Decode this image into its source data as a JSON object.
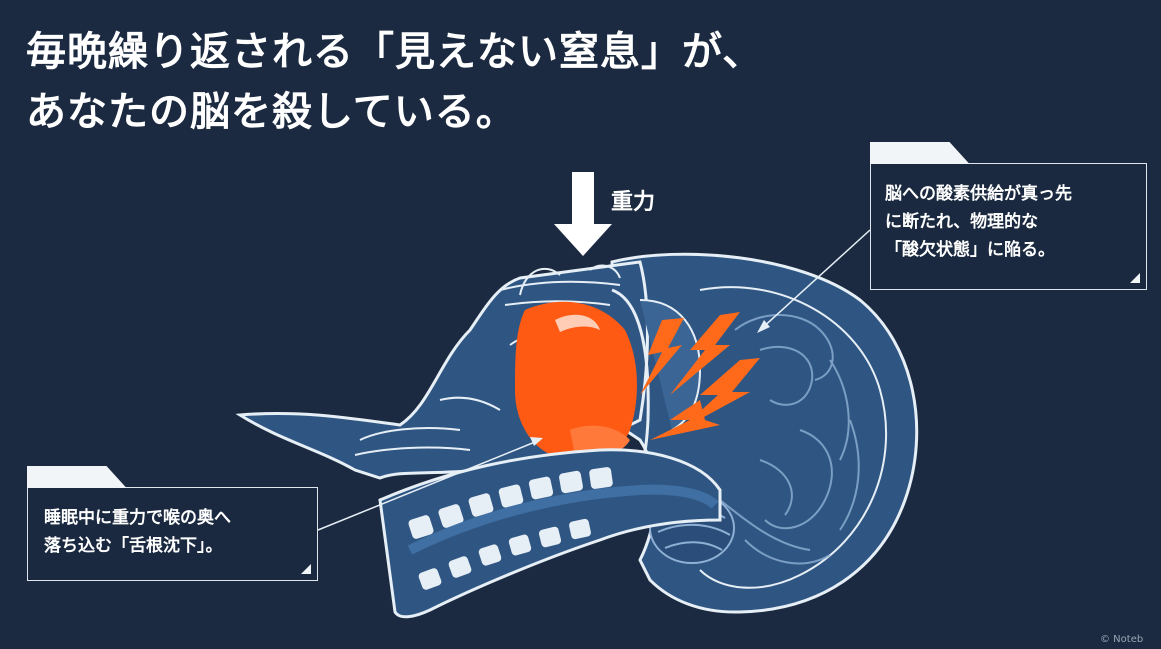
{
  "headline": {
    "line1": "毎晩繰り返される「見えない窒息」が、",
    "line2": "あなたの脳を殺している。"
  },
  "gravity": {
    "label": "重力"
  },
  "callouts": {
    "brain": {
      "lines": [
        "脳への酸素供給が真っ先",
        "に断たれ、物理的な",
        "「酸欠状態」に陥る。"
      ]
    },
    "tongue": {
      "lines": [
        "睡眠中に重力で喉の奥へ",
        "落ち込む「舌根沈下」。"
      ]
    }
  },
  "watermark": "© Noteb",
  "colors": {
    "background": "#1b2a40",
    "anatomy_fill": "#2f5683",
    "anatomy_line": "#e6eef6",
    "tongue": "#ff5a14",
    "lightning": "#ff6a1a"
  }
}
